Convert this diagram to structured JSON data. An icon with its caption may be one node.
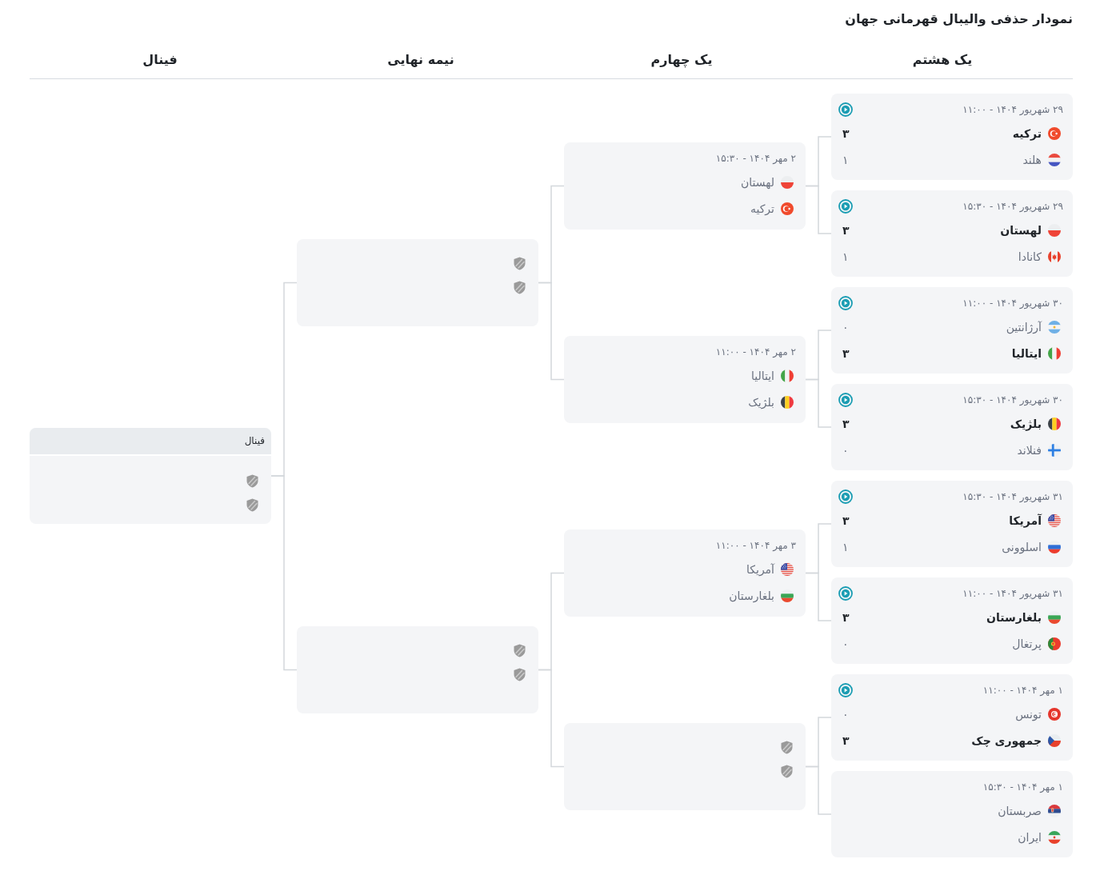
{
  "diagram": {
    "title": "نمودار حذفی والیبال قهرمانی جهان",
    "nodes": [
      {
        "text": [
          "۲۹ شهریور ۱۴۰۴ - ۱۱:۰۰",
          "ترکیه",
          "۳",
          "هلند",
          "۱"
        ]
      },
      {
        "text": [
          "۲۹ شهریور ۱۴۰۴ - ۱۵:۳۰",
          "لهستان",
          "۳",
          "کانادا",
          "۱"
        ]
      },
      {
        "text": [
          "۳۰ شهریور ۱۴۰۴ - ۱۱:۰۰",
          "آرژانتین",
          "۰",
          "ایتالیا",
          "۳"
        ]
      },
      {
        "text": [
          "۳۰ شهریور ۱۴۰۴ - ۱۵:۳۰",
          "بلژیک",
          "۳",
          "فنلاند",
          "۰"
        ]
      },
      {
        "text": [
          "۳۱ شهریور ۱۴۰۴ - ۱۵:۳۰",
          "آمریکا",
          "۳",
          "اسلوونی",
          "۱"
        ]
      },
      {
        "text": [
          "۳۱ شهریور ۱۴۰۴ - ۱۱:۰۰",
          "بلغارستان",
          "۳",
          "پرتغال",
          "۰"
        ]
      },
      {
        "text": [
          "۱ مهر ۱۴۰۴ - ۱۱:۰۰",
          "تونس",
          "۰",
          "جمهوری چک",
          "۳"
        ]
      },
      {
        "text": [
          "۱ مهر ۱۴۰۴ - ۱۵:۳۰",
          "صربستان",
          "ایران"
        ]
      },
      {
        "text": [
          "۲ مهر ۱۴۰۴ - ۱۵:۳۰",
          "لهستان",
          "ترکیه"
        ]
      },
      {
        "text": [
          "۲ مهر ۱۴۰۴ - ۱۱:۰۰",
          "ایتالیا",
          "بلژیک"
        ]
      },
      {
        "text": [
          "۳ مهر ۱۴۰۴ - ۱۱:۰۰",
          "آمریکا",
          "بلغارستان"
        ]
      },
      {
        "text": [],
        "shape": "box"
      },
      {
        "text": [],
        "shape": "box"
      },
      {
        "text": [],
        "shape": "box"
      },
      {
        "text": [
          "فینال"
        ]
      }
    ],
    "edges": [
      {
        "from": 0,
        "to": 8,
        "arrow": "none"
      },
      {
        "from": 1,
        "to": 8,
        "arrow": "none"
      },
      {
        "from": 2,
        "to": 9,
        "arrow": "none"
      },
      {
        "from": 3,
        "to": 9,
        "arrow": "none"
      },
      {
        "from": 4,
        "to": 10,
        "arrow": "none"
      },
      {
        "from": 5,
        "to": 10,
        "arrow": "none"
      },
      {
        "from": 6,
        "to": 11,
        "arrow": "none"
      },
      {
        "from": 7,
        "to": 11,
        "arrow": "none"
      },
      {
        "from": 8,
        "to": 12,
        "arrow": "none"
      },
      {
        "from": 9,
        "to": 12,
        "arrow": "none"
      },
      {
        "from": 10,
        "to": 13,
        "arrow": "none"
      },
      {
        "from": 11,
        "to": 13,
        "arrow": "none"
      },
      {
        "from": 12,
        "to": 14,
        "arrow": "none"
      },
      {
        "from": 13,
        "to": 14,
        "arrow": "none"
      }
    ],
    "labels": [
      "یک هشتم",
      "یک چهارم",
      "نیمه نهایی",
      "فینال"
    ]
  }
}
